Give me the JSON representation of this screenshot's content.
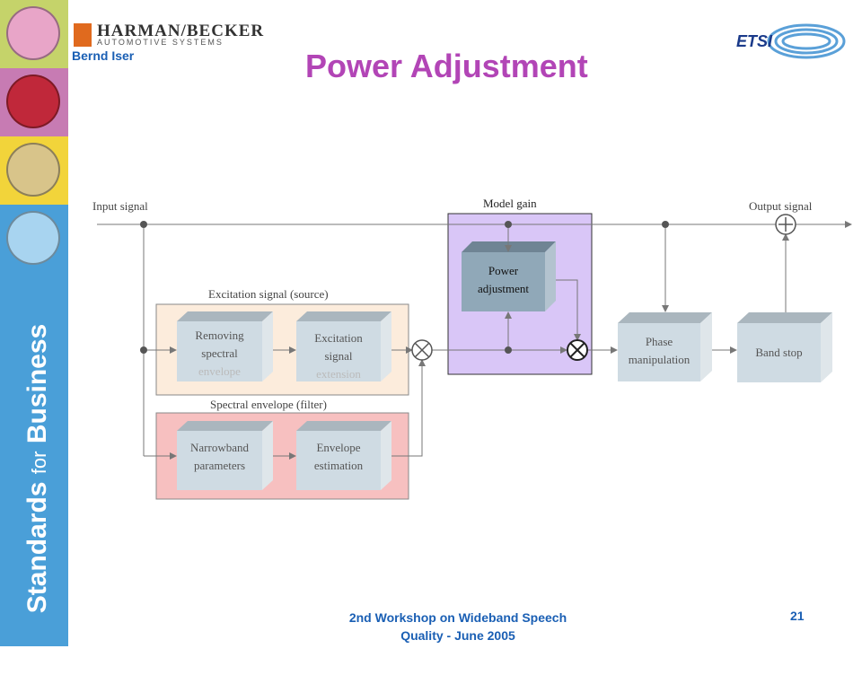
{
  "header": {
    "title": "Power Adjustment",
    "author": "Bernd Iser",
    "company_name": "HARMAN/BECKER",
    "company_sub": "AUTOMOTIVE SYSTEMS",
    "etsi_logo": "ETSI"
  },
  "sidebar": {
    "slogan_a": "Standards",
    "slogan_b": "for",
    "slogan_c": "Business",
    "tile_colors": [
      "#c5d36a",
      "#c77bb3",
      "#f2d43a",
      "#4a9fd8"
    ]
  },
  "diagram": {
    "input_label": "Input signal",
    "output_label": "Output signal",
    "model_gain_label": "Model gain",
    "excitation_group_label": "Excitation signal (source)",
    "envelope_group_label": "Spectral envelope (filter)",
    "boxes": {
      "removing": [
        "Removing",
        "spectral",
        "envelope"
      ],
      "excitation": [
        "Excitation",
        "signal",
        "extension"
      ],
      "narrowband": [
        "Narrowband",
        "parameters"
      ],
      "envelope_est": [
        "Envelope",
        "estimation"
      ],
      "power": [
        "Power",
        "adjustment"
      ],
      "phase": [
        "Phase",
        "manipulation"
      ],
      "bandstop": [
        "Band stop"
      ]
    },
    "colors": {
      "excitation_bg": "#fcecdc",
      "envelope_bg": "#f7c0c0",
      "model_gain_bg": "#d9c6f7",
      "box_face": "#cfdbe3",
      "power_face": "#90a8b8"
    }
  },
  "footer": {
    "line1": "2nd Workshop on Wideband Speech",
    "line2": "Quality - June 2005",
    "slide_number": "21"
  }
}
